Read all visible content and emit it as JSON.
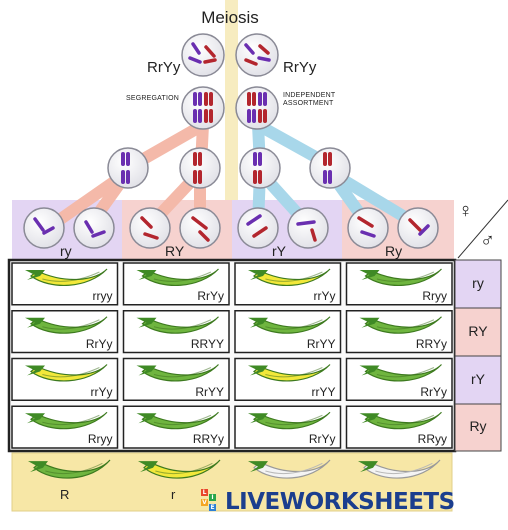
{
  "title": "Meiosis",
  "parents": [
    "RrYy",
    "RrYy"
  ],
  "labels": {
    "segregation": "SEGREGATION",
    "independent_1": "INDEPENDENT",
    "independent_2": "ASSORTMENT"
  },
  "gametes": [
    "ry",
    "RY",
    "rY",
    "Ry"
  ],
  "female_symbol": "♀",
  "male_symbol": "♂",
  "row_gametes": [
    "ry",
    "RY",
    "rY",
    "Ry"
  ],
  "genotypes": [
    [
      "rryy",
      "RrYy",
      "rrYy",
      "Rryy"
    ],
    [
      "RrYy",
      "RRYY",
      "RrYY",
      "RRYy"
    ],
    [
      "rrYy",
      "RrYY",
      "rrYY",
      "RrYy"
    ],
    [
      "Rryy",
      "RRYy",
      "RrYy",
      "RRyy"
    ]
  ],
  "pod_colors": [
    [
      "yellow",
      "green",
      "yellow",
      "green"
    ],
    [
      "green",
      "green",
      "green",
      "green"
    ],
    [
      "yellow",
      "green",
      "yellow",
      "green"
    ],
    [
      "green",
      "green",
      "green",
      "green"
    ]
  ],
  "phenotypes": [
    "R",
    "r",
    "",
    ""
  ],
  "watermark": {
    "text": "LIVEWORKSHEETS",
    "logo_letters": [
      "L",
      "I",
      "V",
      "E"
    ]
  },
  "colors": {
    "purple": "#6a2fb0",
    "red": "#b3262e",
    "green_pod": "#6fb53f",
    "yellow_pod": "#f2e83a",
    "white_pod": "#f4f4f4",
    "lavender": "#e3d5f3",
    "pink": "#f6d2cf",
    "cream": "#f7e7a6",
    "brand_blue": "#1b3e8e"
  }
}
